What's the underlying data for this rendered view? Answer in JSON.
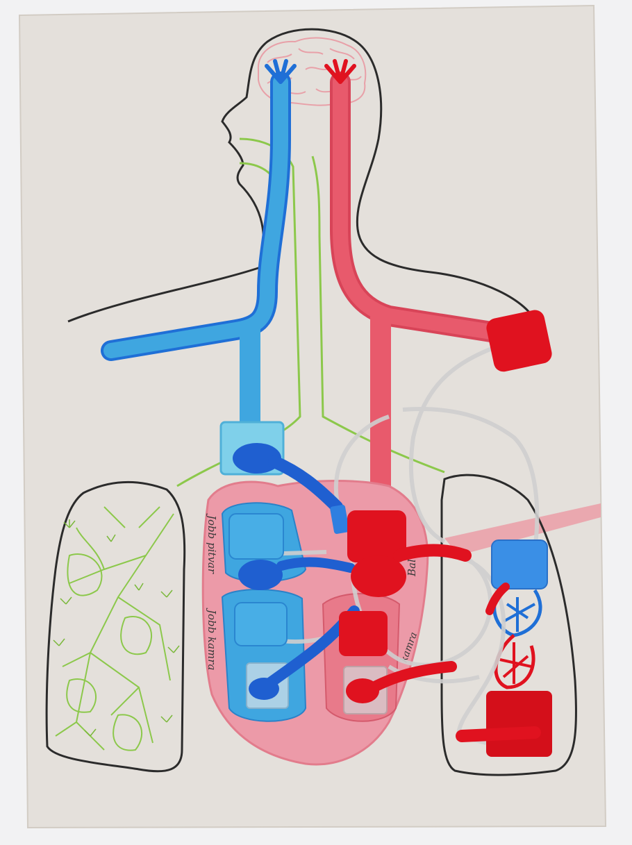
{
  "labels": {
    "left_atrium": "Jobb pitvar",
    "left_ventricle": "Jobb kamra",
    "right_atrium": "Bal",
    "right_ventricle": "kamra"
  },
  "colors": {
    "paper": "#e4e0db",
    "background": "#f2f2f3",
    "outline": "#2b2b2b",
    "vein_blue": "#3fa6e0",
    "vein_blue_dark": "#1f6fd6",
    "artery_red": "#e85a6c",
    "artery_red_dark": "#e0121f",
    "airway_green": "#8cc84b",
    "heart_pink": "#ec9aa8",
    "tube": "#dcdcdc"
  }
}
